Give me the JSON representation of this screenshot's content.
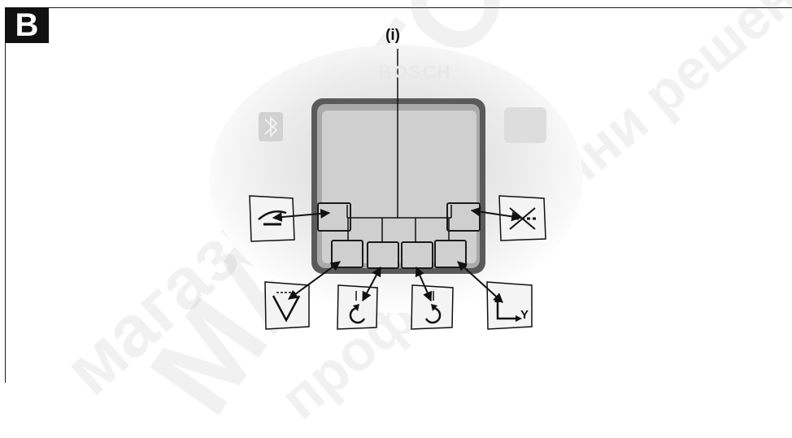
{
  "figure": {
    "section_label": "B",
    "callout_label": "(i)",
    "brand_text": "BOSCH"
  },
  "watermark": {
    "line1": "МАЙСТОР",
    "line2": "магазин",
    "line3": "професионални решения"
  },
  "icons": {
    "left_side": "back-arrow-icon",
    "right_side": "cancel-beam-icon",
    "bottom_1": "tilt-down-icon",
    "bottom_2": "rotate-counterclockwise-icon",
    "bottom_3": "rotate-clockwise-icon",
    "bottom_4": "axis-y-icon",
    "bluetooth": "bluetooth-icon"
  },
  "colors": {
    "label_bg": "#111111",
    "arrow": "#111111",
    "device_frame": "#5a5a5a",
    "device_screen": "#cfcfcf"
  }
}
